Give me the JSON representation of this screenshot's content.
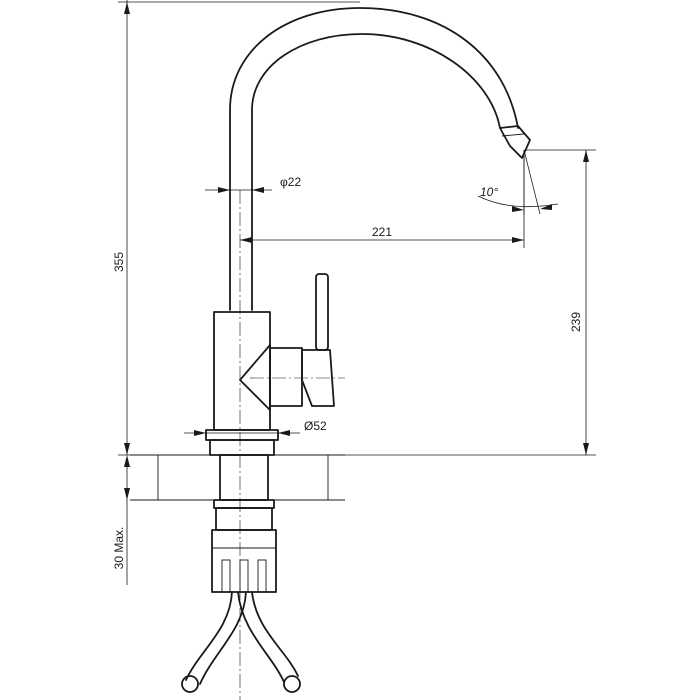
{
  "dimensions": {
    "overall_height": "355",
    "spout_height": "239",
    "spout_reach": "221",
    "tube_diameter": "φ22",
    "base_diameter": "Ø52",
    "swivel_angle": "10°",
    "max_counter_thickness": "30 Max."
  },
  "colors": {
    "line": "#1a1a1a",
    "hatch": "#555555",
    "background": "#ffffff"
  }
}
